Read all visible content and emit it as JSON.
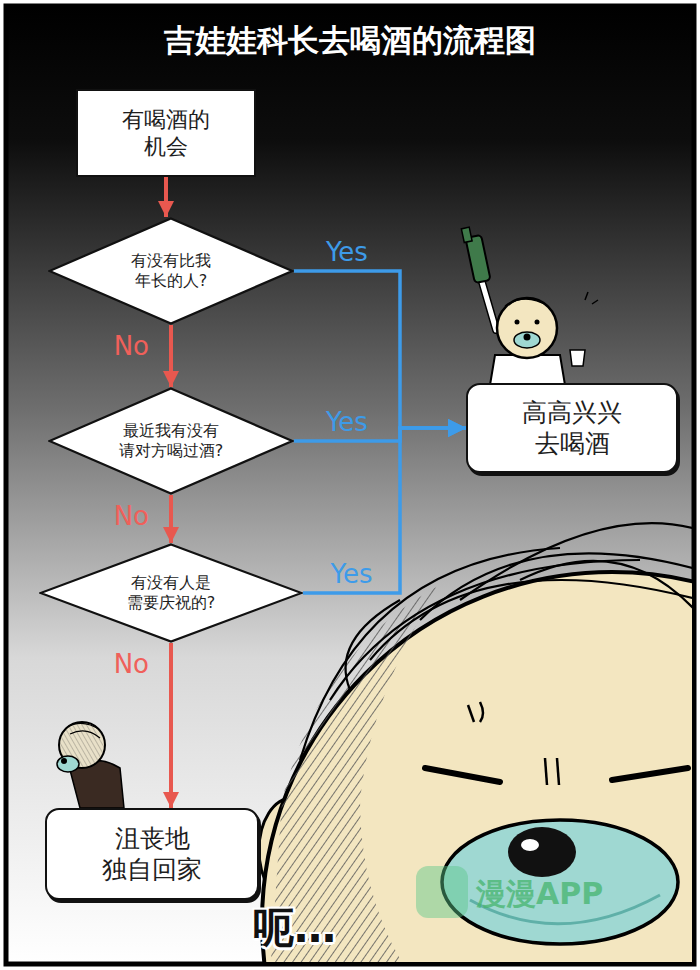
{
  "diagram": {
    "title": "吉娃娃科长去喝酒的流程图",
    "nodes": [
      {
        "text": [
          "有喝酒的 机会"
        ]
      },
      {
        "text": [
          "有没有比我 年长的人?"
        ]
      },
      {
        "text": [
          "最近我有没有 请对方喝过酒?"
        ]
      },
      {
        "text": [
          "有没有人是 需要庆祝的?"
        ]
      },
      {
        "text": [
          "高高兴兴 去喝酒"
        ]
      },
      {
        "text": [
          "沮丧地 独自回家"
        ]
      }
    ],
    "edges": [
      {
        "from": 0,
        "to": 1,
        "arrow": "to"
      },
      {
        "from": 1,
        "to": 2,
        "label": "No",
        "arrow": "to"
      },
      {
        "from": 2,
        "to": 3,
        "label": "No",
        "arrow": "to"
      },
      {
        "from": 3,
        "to": 5,
        "label": "No",
        "arrow": "to"
      },
      {
        "from": 1,
        "to": 4,
        "label": "Yes",
        "arrow": "to"
      },
      {
        "from": 2,
        "to": 4,
        "label": "Yes",
        "arrow": "to"
      },
      {
        "from": 3,
        "to": 4,
        "label": "Yes",
        "arrow": "to"
      }
    ],
    "labels": [
      "呃…",
      "漫漫APP"
    ]
  }
}
